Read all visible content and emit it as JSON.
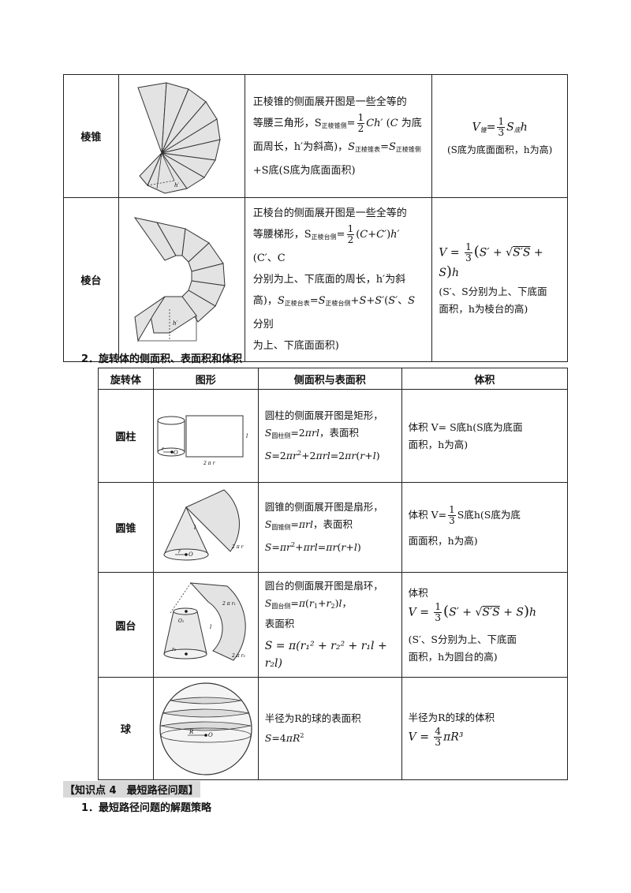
{
  "table1": {
    "rows": [
      {
        "label": "棱锥",
        "desc_lines": [
          "正棱锥的侧面展开图是一些全等的",
          "等腰三角形，",
          "面周长，h′为斜高)，",
          "+S底(S底为底面面积)"
        ],
        "volume_note": "(S底为底面面积，h为高)"
      },
      {
        "label": "棱台",
        "desc_lines": [
          "正棱台的侧面展开图是一些全等的",
          "等腰梯形，",
          "分别为上、下底面的周长，h′为斜",
          "高)，",
          "为上、下底面面积)"
        ],
        "volume_note_lines": [
          "(S′、S分别为上、下底面",
          "面积，h为棱台的高)"
        ]
      }
    ]
  },
  "section2": {
    "title": "2．旋转体的侧面积、表面积和体积"
  },
  "table2": {
    "headers": [
      "旋转体",
      "图形",
      "侧面积与表面积",
      "体积"
    ],
    "rows": [
      {
        "label": "圆柱",
        "area_lines": [
          "圆柱的侧面展开图是矩形，",
          "，表面积"
        ],
        "vol_lines": [
          "体积 V= S底h(S底为底面",
          "面积，h为高)"
        ]
      },
      {
        "label": "圆锥",
        "area_lines": [
          "圆锥的侧面展开图是扇形，",
          "，表面积"
        ],
        "vol_lines": [
          "体积 V=",
          "S底h(S底为底",
          "面面积，h为高)"
        ]
      },
      {
        "label": "圆台",
        "area_lines": [
          "圆台的侧面展开图是扇环，",
          "表面积"
        ],
        "vol_lines": [
          "体积",
          "(S′、S分别为上、下底面",
          "面积，h为圆台的高)"
        ]
      },
      {
        "label": "球",
        "area_lines": [
          "半径为R的球的表面积"
        ],
        "vol_lines": [
          "半径为R的球的体积"
        ]
      }
    ]
  },
  "knowledge": {
    "title": "【知识点 4　最短路径问题】"
  },
  "subsection": {
    "title": "1．最短路径问题的解题策略"
  }
}
